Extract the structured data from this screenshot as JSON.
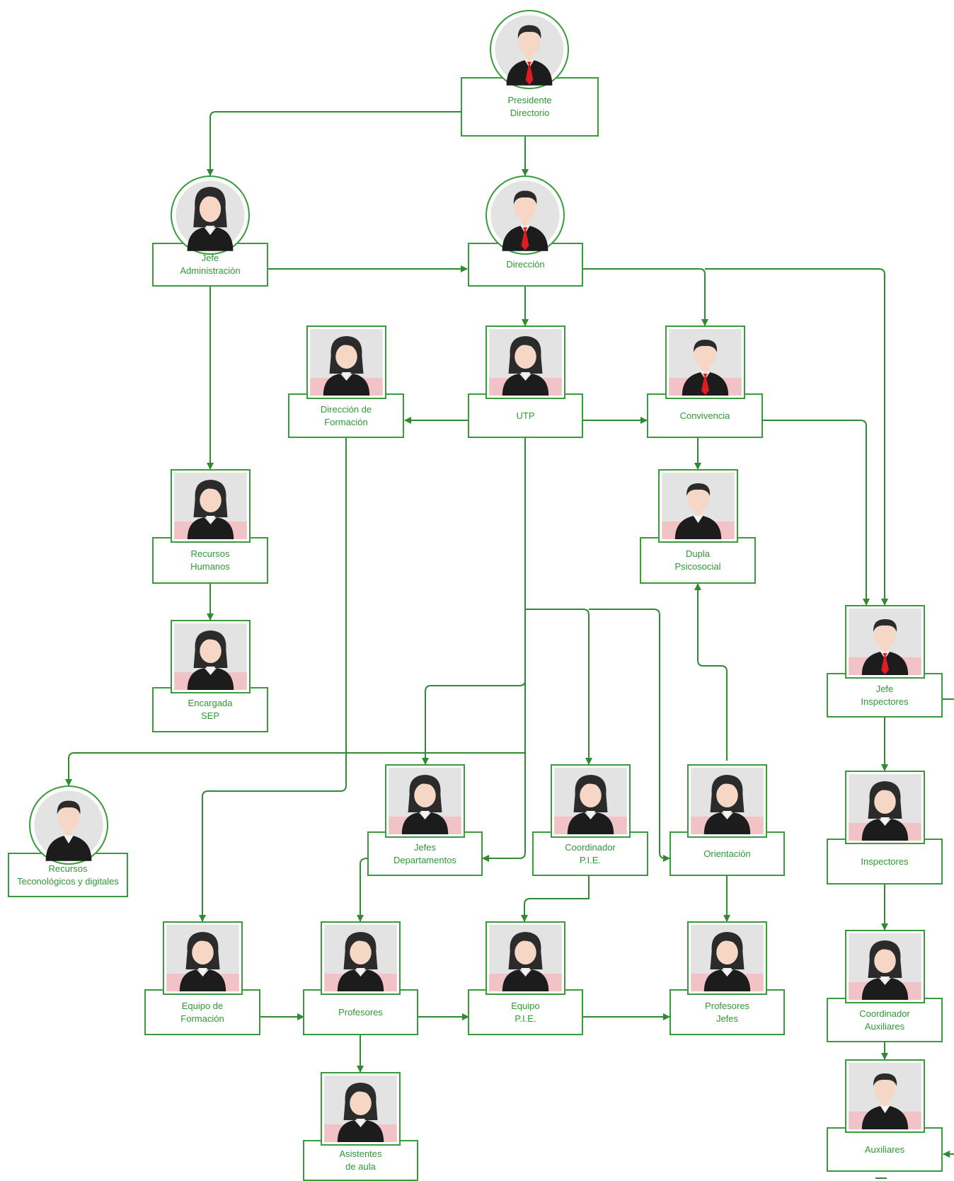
{
  "colors": {
    "line": "#2f8a32",
    "border": "#3a9a3e",
    "text": "#2e9a33",
    "avatar_bg": "#e3e3e3",
    "avatar_pink": "#f1c2c6"
  },
  "nodes": {
    "presidente": {
      "label": "Presidente\nDirectorio",
      "avatar": "male-tie-avatar-icon"
    },
    "administracion": {
      "label": "Jefe\nAdministración",
      "avatar": "female-avatar-icon"
    },
    "direccion": {
      "label": "Dirección",
      "avatar": "male-tie-avatar-icon"
    },
    "formacion": {
      "label": "Dirección de\nFormación",
      "avatar": "female-avatar-icon"
    },
    "utp": {
      "label": "UTP",
      "avatar": "female-avatar-icon"
    },
    "convivencia": {
      "label": "Convivencia",
      "avatar": "male-tie-avatar-icon"
    },
    "rrhh": {
      "label": "Recursos\nHumanos",
      "avatar": "female-avatar-icon"
    },
    "dupla": {
      "label": "Dupla\nPsicosocial",
      "avatar": "male-avatar-icon"
    },
    "sep": {
      "label": "Encargada\nSEP",
      "avatar": "female-avatar-icon"
    },
    "jefe_insp": {
      "label": "Jefe\nInspectores",
      "avatar": "male-tie-avatar-icon"
    },
    "recursos_tec": {
      "label": "Recursos\nTeconológicos  y digitales",
      "avatar": "male-avatar-icon"
    },
    "jefes_dep": {
      "label": "Jefes\nDepartamentos",
      "avatar": "female-avatar-icon"
    },
    "coord_pie": {
      "label": "Coordinador\nP.I.E.",
      "avatar": "female-avatar-icon"
    },
    "orientacion": {
      "label": "Orientación",
      "avatar": "female-avatar-icon"
    },
    "inspectores": {
      "label": "Inspectores",
      "avatar": "female-avatar-icon"
    },
    "equipo_form": {
      "label": "Equipo de\nFormación",
      "avatar": "female-avatar-icon"
    },
    "profesores": {
      "label": "Profesores",
      "avatar": "female-avatar-icon"
    },
    "equipo_pie": {
      "label": "Equipo\nP.I.E.",
      "avatar": "female-avatar-icon"
    },
    "prof_jefes": {
      "label": "Profesores\nJefes",
      "avatar": "female-avatar-icon"
    },
    "coord_aux": {
      "label": "Coordinador\nAuxiliares",
      "avatar": "female-avatar-icon"
    },
    "asistentes": {
      "label": "Asistentes\nde aula",
      "avatar": "female-avatar-icon"
    },
    "auxiliares": {
      "label": "Auxiliares",
      "avatar": "male-avatar-icon"
    }
  }
}
